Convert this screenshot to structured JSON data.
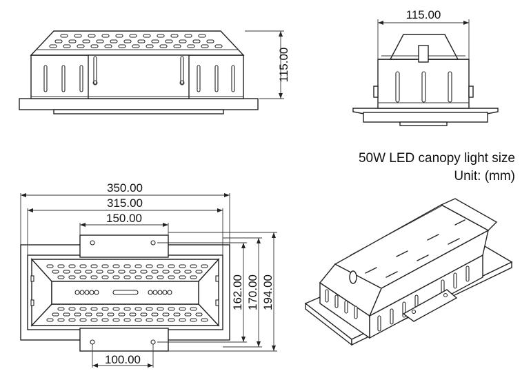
{
  "caption": {
    "title": "50W LED canopy light size",
    "unit": "Unit: (mm)"
  },
  "dimensions": {
    "side_height": "115.00",
    "end_width": "115.00",
    "overall_length": "350.00",
    "inner_length": "315.00",
    "bracket_span": "150.00",
    "hole_spacing": "100.00",
    "width_162": "162.00",
    "width_170": "170.00",
    "width_194": "194.00"
  }
}
